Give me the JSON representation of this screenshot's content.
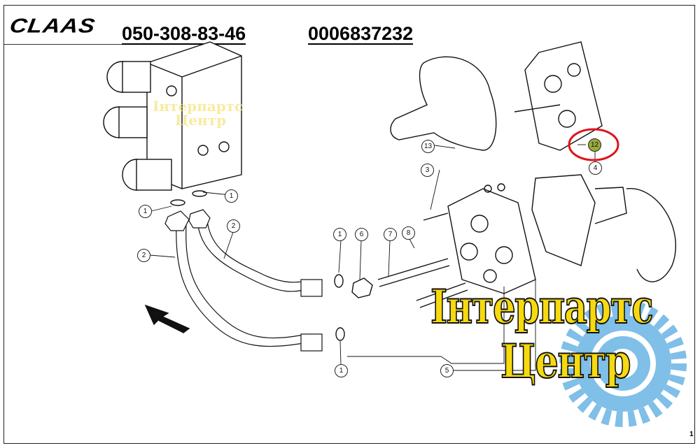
{
  "header": {
    "brand_logo": "CLAAS",
    "phone": "050-308-83-46",
    "part_number": "0006837232"
  },
  "callouts": [
    {
      "label": "13"
    },
    {
      "label": "12"
    },
    {
      "label": "4"
    },
    {
      "label": "3"
    },
    {
      "label": "1"
    },
    {
      "label": "1"
    },
    {
      "label": "2"
    },
    {
      "label": "2"
    },
    {
      "label": "1"
    },
    {
      "label": "6"
    },
    {
      "label": "7"
    },
    {
      "label": "8"
    },
    {
      "label": "1"
    },
    {
      "label": "5"
    }
  ],
  "highlight_color": "#e0141b",
  "watermark": {
    "line1": "Інтерпартс",
    "line2": "Центр"
  },
  "page_number": "1"
}
